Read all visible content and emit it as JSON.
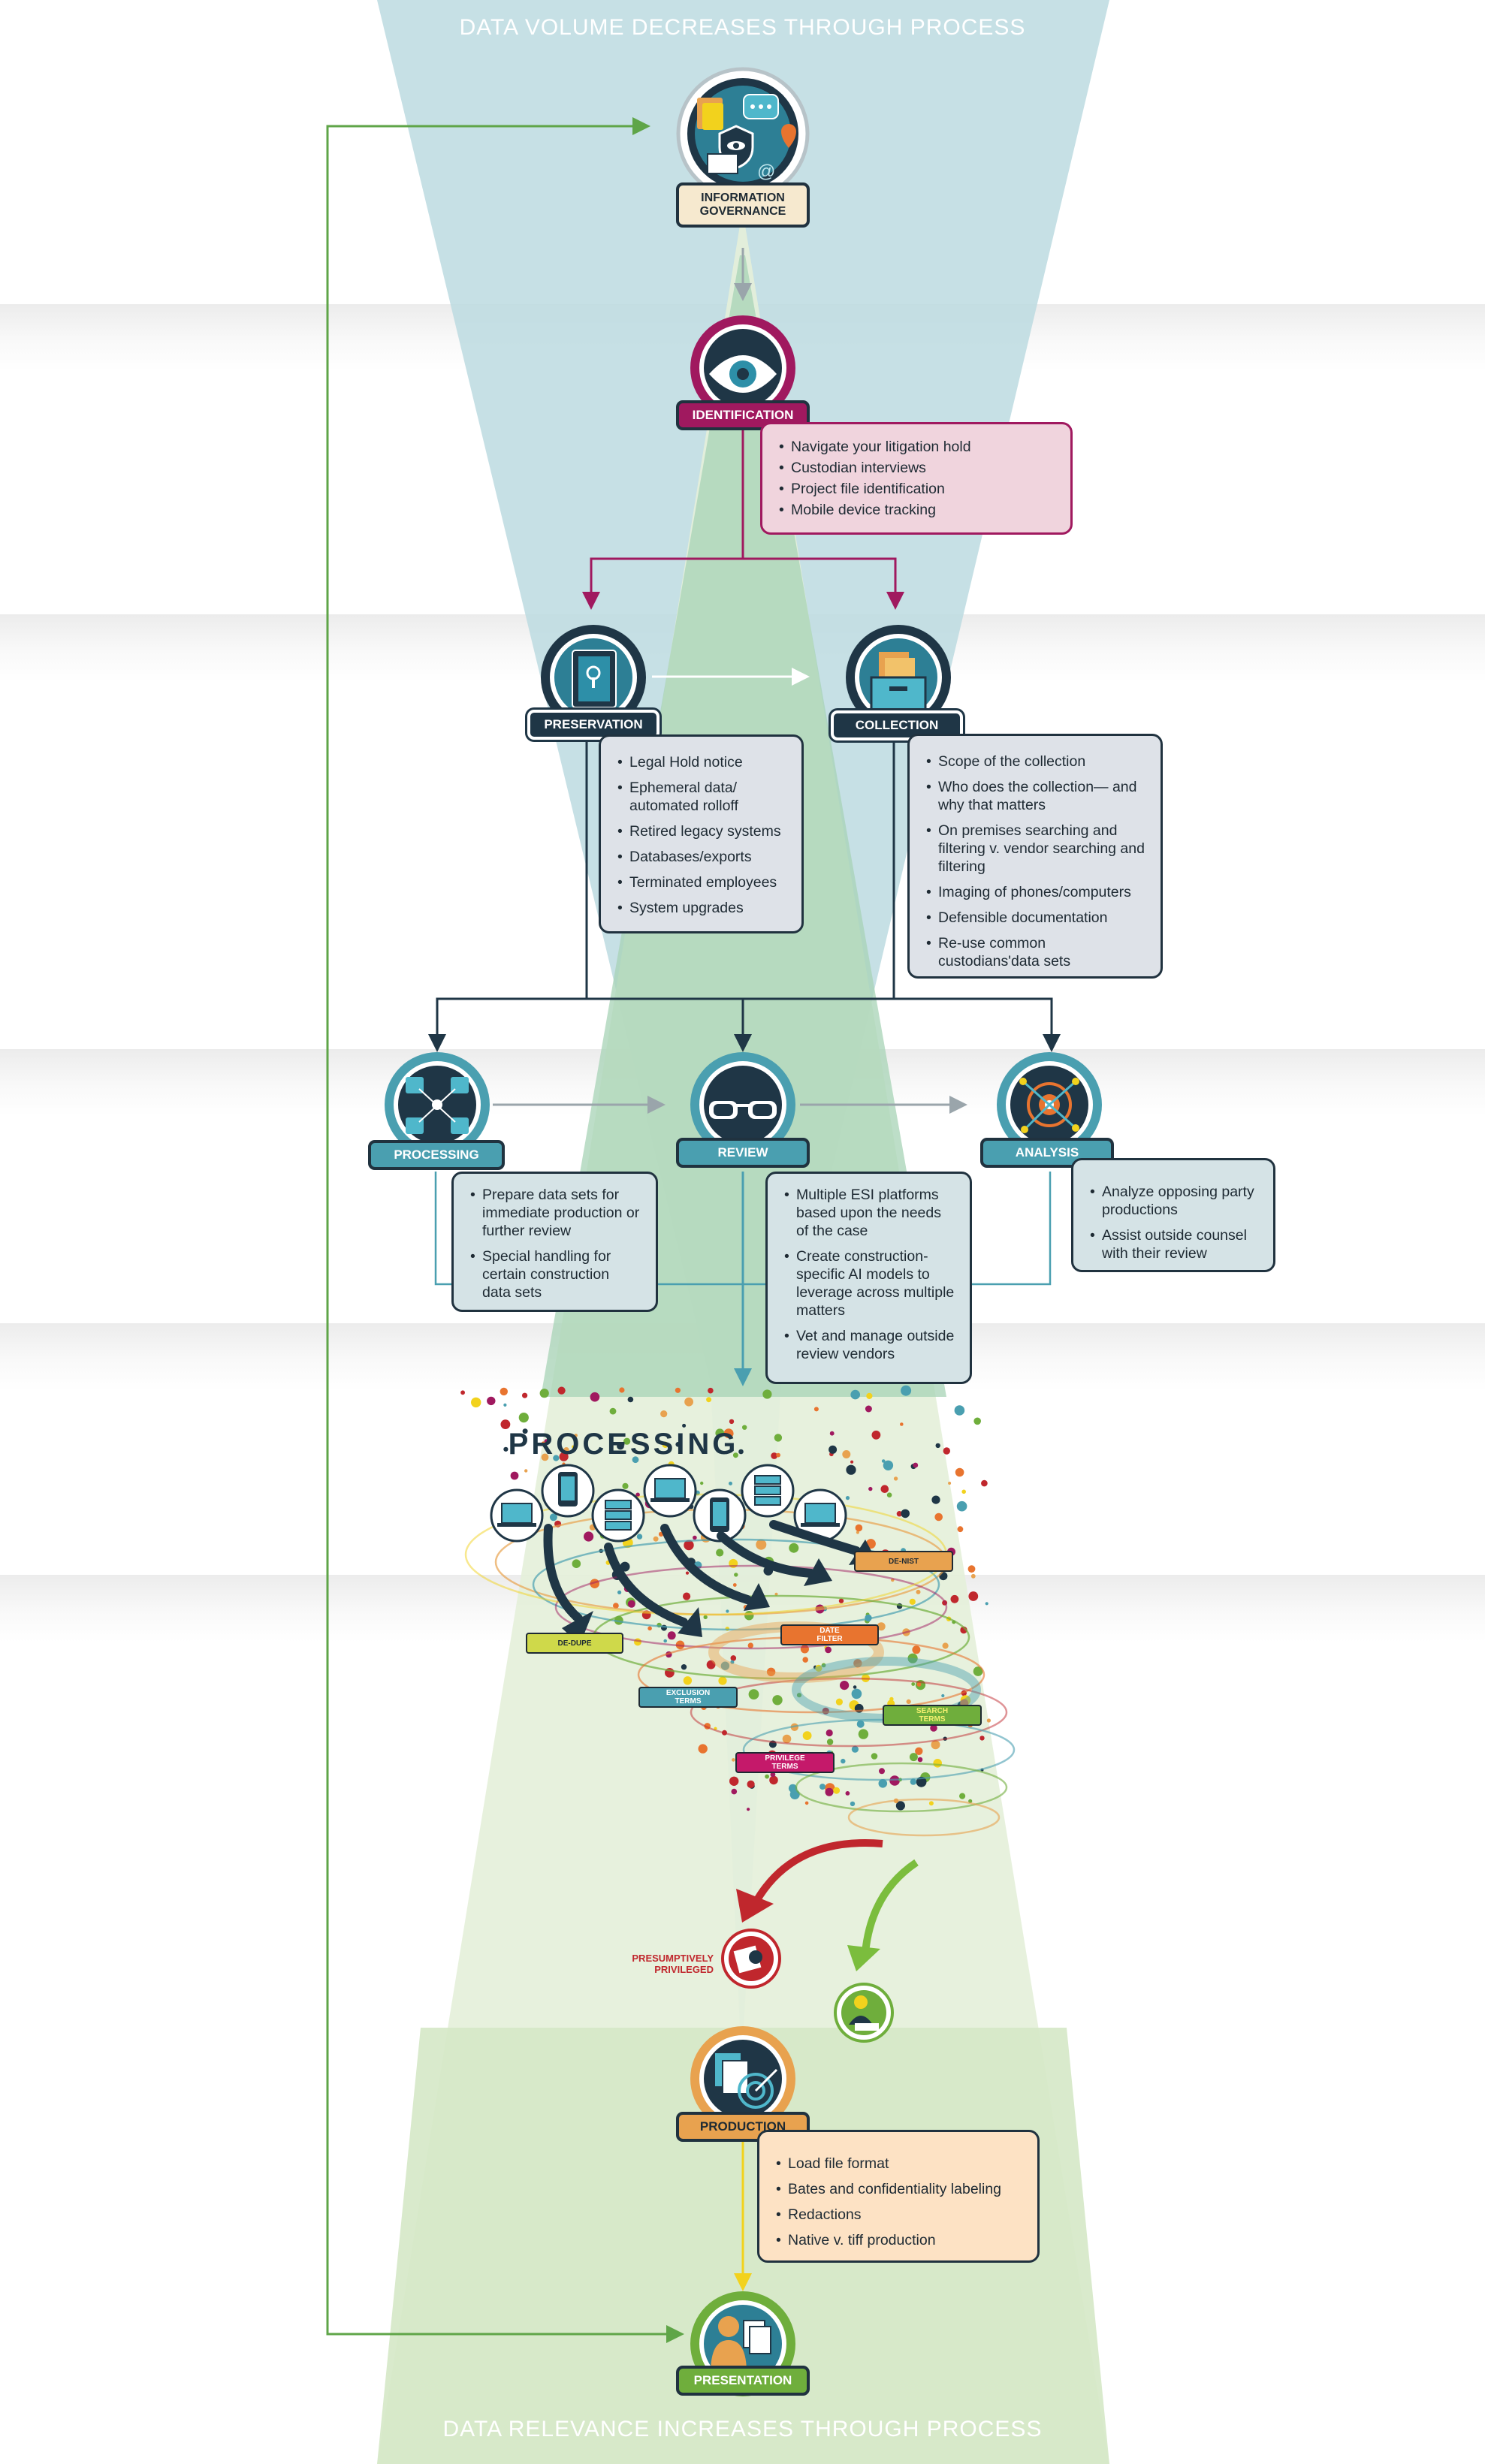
{
  "headers": {
    "top": "DATA VOLUME DECREASES THROUGH PROCESS",
    "bottom": "DATA RELEVANCE INCREASES THROUGH PROCESS"
  },
  "colors": {
    "teal": "#4a9fb0",
    "magenta": "#a0195f",
    "navy": "#1f3646",
    "orange": "#e8a24f",
    "green": "#6fae3c",
    "red": "#c0272d"
  },
  "stages": {
    "information_governance": {
      "label": "INFORMATION GOVERNANCE",
      "icon": "information-governance-icon"
    },
    "identification": {
      "label": "IDENTIFICATION",
      "icon": "eye-icon",
      "items": [
        "Navigate your litigation hold",
        "Custodian interviews",
        "Project file identification",
        "Mobile device tracking"
      ]
    },
    "preservation": {
      "label": "PRESERVATION",
      "icon": "vault-icon",
      "items": [
        "Legal Hold notice",
        "Ephemeral data/ automated rolloff",
        "Retired legacy systems",
        "Databases/exports",
        "Terminated employees",
        "System upgrades"
      ]
    },
    "collection": {
      "label": "COLLECTION",
      "icon": "file-drawer-icon",
      "items": [
        "Scope of the collection",
        "Who does the collection— and why that matters",
        "On premises searching and filtering v. vendor searching and filtering",
        "Imaging of phones/computers",
        "Defensible documentation",
        "Re-use common custodians'data sets"
      ]
    },
    "processing": {
      "label": "PROCESSING",
      "icon": "people-network-icon",
      "items": [
        "Prepare data sets for immediate production or further review",
        "Special handling for certain construction data sets"
      ]
    },
    "review": {
      "label": "REVIEW",
      "icon": "glasses-icon",
      "items": [
        "Multiple ESI platforms based upon the needs of the case",
        "Create construction- specific AI models to leverage across multiple matters",
        "Vet and manage outside review vendors"
      ]
    },
    "analysis": {
      "label": "ANALYSIS",
      "icon": "network-hub-icon",
      "items": [
        "Analyze opposing party productions",
        "Assist outside counsel with their review"
      ]
    },
    "production": {
      "label": "PRODUCTION",
      "icon": "documents-target-icon",
      "items": [
        "Load file format",
        "Bates and confidentiality labeling",
        "Redactions",
        "Native v. tiff production"
      ]
    },
    "presentation": {
      "label": "PRESENTATION",
      "icon": "presenter-icon"
    }
  },
  "processing_tornado": {
    "title": "PROCESSING",
    "filters": {
      "de_nist": "DE-NIST",
      "de_dupe": "DE-DUPE",
      "date_filter": "DATE FILTER",
      "exclusion_terms": "EXCLUSION TERMS",
      "search_terms": "SEARCH TERMS",
      "privilege_terms": "PRIVILEGE TERMS"
    },
    "presumptively_privileged": "PRESUMPTIVELY PRIVILEGED",
    "device_icons": [
      "laptop-icon",
      "phone-icon",
      "server-icon",
      "laptop-icon",
      "phone-icon",
      "server-icon",
      "laptop-icon"
    ]
  }
}
